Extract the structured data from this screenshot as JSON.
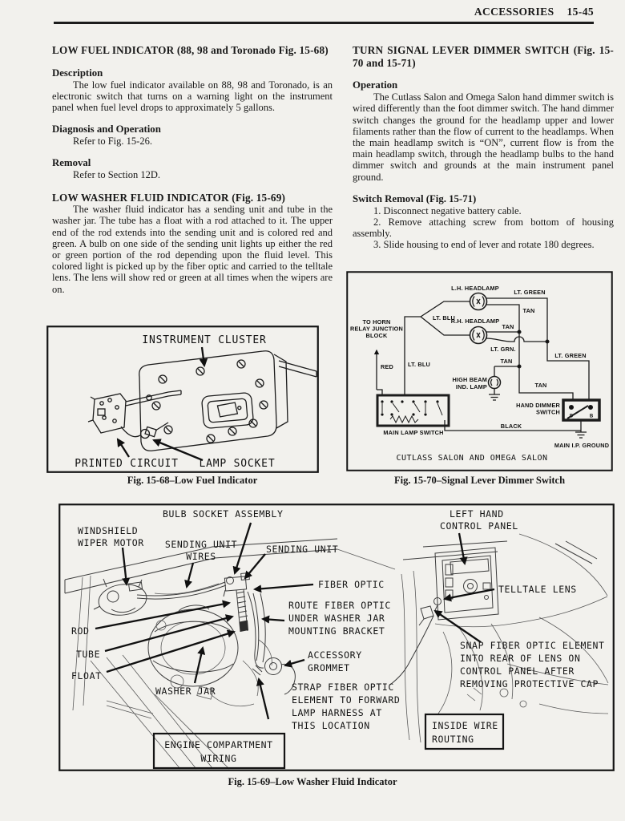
{
  "header": {
    "section": "ACCESSORIES",
    "page": "15-45"
  },
  "left": {
    "h1": "LOW FUEL INDICATOR (88, 98 and Toronado Fig. 15-68)",
    "description_head": "Description",
    "description_body": "The low fuel indicator available on 88, 98 and Toronado, is an electronic switch that turns on a warning light on the instrument panel when fuel level drops to approximately 5 gallons.",
    "diagnosis_head": "Diagnosis and Operation",
    "diagnosis_body": "Refer to Fig. 15-26.",
    "removal_head": "Removal",
    "removal_body": "Refer to Section 12D.",
    "h2": "LOW WASHER FLUID INDICATOR (Fig. 15-69)",
    "washer_body": "The washer fluid indicator has a sending unit and tube in the washer jar. The tube has a float with a rod attached to it. The upper end of the rod extends into the sending unit and is colored red and green. A bulb on one side of the sending unit lights up either the red or green portion of the rod depending upon the fluid level. This colored light is picked up by the fiber optic and carried to the telltale lens. The lens will show red or green at all times when the wipers are on."
  },
  "right": {
    "h1": "TURN SIGNAL LEVER DIMMER SWITCH (Fig. 15-70 and 15-71)",
    "operation_head": "Operation",
    "operation_body": "The Cutlass Salon and Omega Salon hand dimmer switch is wired differently than the foot dimmer switch. The hand dimmer switch changes the ground for the headlamp upper and lower filaments rather than the flow of current to the headlamps. When the main headlamp switch is “ON”, current flow is from the main headlamp switch, through the headlamp bulbs to the hand dimmer switch and grounds at the main instrument panel ground.",
    "switch_removal_head": "Switch Removal (Fig. 15-71)",
    "steps": [
      "1. Disconnect negative battery cable.",
      "2. Remove attaching screw from bottom of housing assembly.",
      "3. Slide housing to end of lever and rotate 180 degrees."
    ]
  },
  "fig68": {
    "caption": "Fig. 15-68–Low Fuel Indicator",
    "labels": {
      "instrument_cluster": "INSTRUMENT CLUSTER",
      "printed_circuit": "PRINTED CIRCUIT",
      "lamp_socket": "LAMP SOCKET"
    }
  },
  "fig70": {
    "caption": "Fig. 15-70–Signal Lever Dimmer Switch",
    "labels": {
      "lh_headlamp": "L.H. HEADLAMP",
      "rh_headlamp": "R.H. HEADLAMP",
      "lt_green_top": "LT. GREEN",
      "lt_green_right": "LT. GREEN",
      "tan_top": "TAN",
      "tan_rh": "TAN",
      "tan_highbeam": "TAN",
      "tan_right": "TAN",
      "lt_blu_branch": "LT. BLU",
      "lt_blu_lower": "LT. BLU",
      "lt_grn": "LT. GRN.",
      "red": "RED",
      "to_horn": [
        "TO HORN",
        "RELAY JUNCTION",
        "BLOCK"
      ],
      "high_beam": [
        "HIGH BEAM",
        "IND. LAMP"
      ],
      "hand_dimmer": [
        "HAND DIMMER",
        "SWITCH"
      ],
      "terminal_d": "D",
      "terminal_b": "B",
      "main_lamp_switch": "MAIN LAMP SWITCH",
      "black": "BLACK",
      "main_ip_ground": "MAIN I.P. GROUND",
      "footer": "CUTLASS SALON AND OMEGA SALON"
    }
  },
  "fig69": {
    "caption": "Fig. 15-69–Low Washer Fluid Indicator",
    "labels": {
      "windshield_wiper_motor": [
        "WINDSHIELD",
        "WIPER MOTOR"
      ],
      "bulb_socket_assembly": "BULB SOCKET ASSEMBLY",
      "sending_unit_wires": [
        "SENDING UNIT",
        "WIRES"
      ],
      "sending_unit": "SENDING UNIT",
      "left_hand_control_panel": [
        "LEFT HAND",
        "CONTROL PANEL"
      ],
      "fiber_optic": "FIBER OPTIC",
      "route_fiber_optic": [
        "ROUTE FIBER OPTIC",
        "UNDER WASHER JAR",
        "MOUNTING BRACKET"
      ],
      "telltale_lens": "TELLTALE LENS",
      "rod": "ROD",
      "tube": "TUBE",
      "float": "FLOAT",
      "washer_jar": "WASHER JAR",
      "accessory_grommet": [
        "ACCESSORY",
        "GROMMET"
      ],
      "strap_fiber_optic": [
        "STRAP FIBER OPTIC",
        "ELEMENT TO FORWARD",
        "LAMP HARNESS AT",
        "THIS LOCATION"
      ],
      "snap_fiber_optic": [
        "SNAP FIBER OPTIC ELEMENT",
        "INTO REAR OF LENS ON",
        "CONTROL PANEL AFTER",
        "REMOVING PROTECTIVE CAP"
      ],
      "engine_compartment_wiring": [
        "ENGINE COMPARTMENT",
        "WIRING"
      ],
      "inside_wire_routing": [
        "INSIDE WIRE",
        "ROUTING"
      ]
    }
  }
}
